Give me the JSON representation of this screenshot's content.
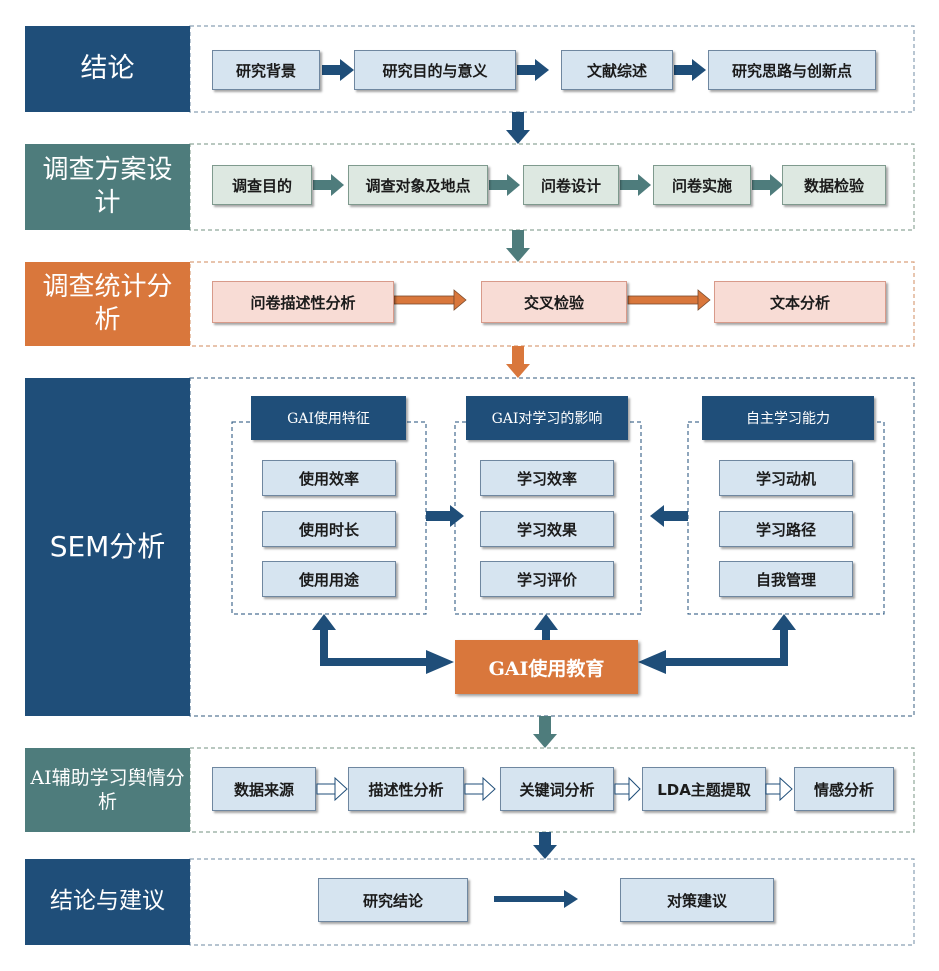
{
  "colors": {
    "navy": "#1f4e79",
    "teal": "#4e7c7c",
    "orange": "#d9773c",
    "blue_box": "#d6e4f0",
    "green_box": "#dde8e1",
    "pink_box": "#f8dcd5"
  },
  "sections": {
    "s1": {
      "label": "结论",
      "items": [
        "研究背景",
        "研究目的与意义",
        "文献综述",
        "研究思路与创新点"
      ]
    },
    "s2": {
      "label": "调查方案设计",
      "items": [
        "调查目的",
        "调查对象及地点",
        "问卷设计",
        "问卷实施",
        "数据检验"
      ]
    },
    "s3": {
      "label": "调查统计分析",
      "items": [
        "问卷描述性分析",
        "交叉检验",
        "文本分析"
      ]
    },
    "s4": {
      "label": "SEM分析",
      "groups": [
        {
          "title": "GAI使用特征",
          "items": [
            "使用效率",
            "使用时长",
            "使用用途"
          ]
        },
        {
          "title": "GAI对学习的影响",
          "items": [
            "学习效率",
            "学习效果",
            "学习评价"
          ]
        },
        {
          "title": "自主学习能力",
          "items": [
            "学习动机",
            "学习路径",
            "自我管理"
          ]
        }
      ],
      "center": "GAI使用教育"
    },
    "s5": {
      "label": "AI辅助学习舆情分析",
      "items": [
        "数据来源",
        "描述性分析",
        "关键词分析",
        "LDA主题提取",
        "情感分析"
      ]
    },
    "s6": {
      "label": "结论与建议",
      "items": [
        "研究结论",
        "对策建议"
      ]
    }
  }
}
